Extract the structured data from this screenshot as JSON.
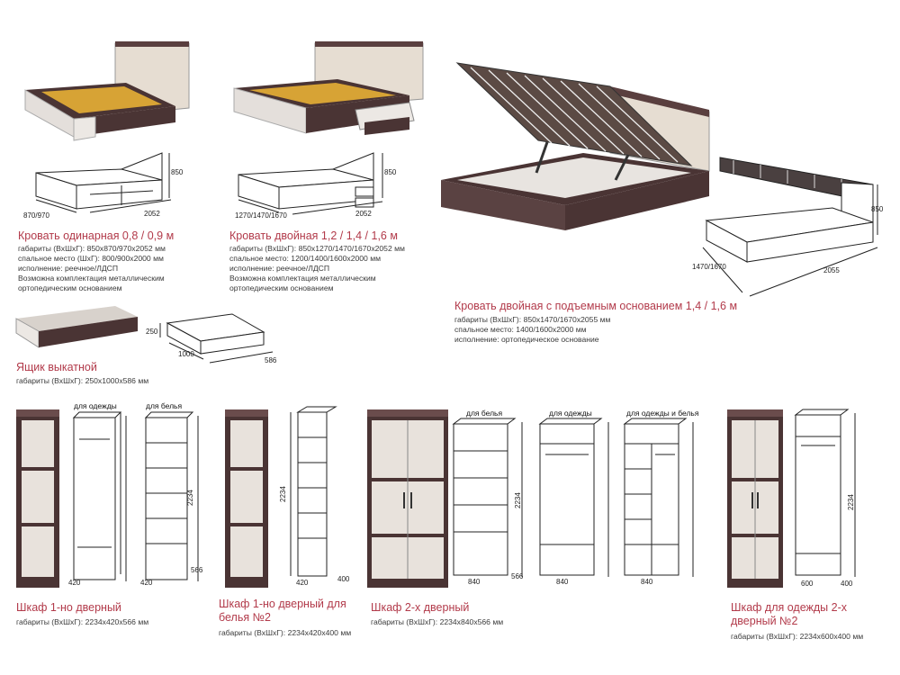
{
  "products": {
    "bed_single": {
      "title": "Кровать одинарная 0,8 / 0,9 м",
      "specs": [
        "габариты (ВхШхГ): 850х870/970х2052 мм",
        "спальное место (ШхГ): 800/900х2000 мм",
        "исполнение: реечное/ЛДСП",
        "Возможна комплектация металлическим",
        "ортопедическим основанием"
      ],
      "dims": {
        "height": "850",
        "length": "2052",
        "width": "870/970"
      }
    },
    "bed_double": {
      "title": "Кровать двойная 1,2 / 1,4 / 1,6 м",
      "specs": [
        "габариты (ВхШхГ): 850х1270/1470/1670х2052 мм",
        "спальное место: 1200/1400/1600х2000 мм",
        "исполнение: реечное/ЛДСП",
        "Возможна комплектация металлическим",
        "ортопедическим основанием"
      ],
      "dims": {
        "height": "850",
        "length": "2052",
        "width": "1270/1470/1670"
      }
    },
    "bed_lift": {
      "title": "Кровать двойная с подъемным основанием 1,4 / 1,6 м",
      "specs": [
        "габариты (ВхШхГ): 850х1470/1670х2055 мм",
        "спальное место: 1400/1600х2000 мм",
        "исполнение: ортопедическое основание"
      ],
      "dims": {
        "height": "850",
        "length": "2055",
        "width": "1470/1670"
      }
    },
    "drawer": {
      "title": "Ящик выкатной",
      "specs": [
        "габариты (ВхШхГ): 250х1000х586 мм"
      ],
      "dims": {
        "height": "250",
        "width": "1000",
        "depth": "586"
      }
    },
    "wardrobe_1door": {
      "title": "Шкаф 1-но дверный",
      "specs": [
        "габариты (ВхШхГ): 2234х420х566 мм"
      ],
      "captions": [
        "для одежды",
        "для белья"
      ],
      "dims": {
        "height": "2234",
        "width": "420",
        "depth": "566"
      }
    },
    "wardrobe_1door_linen": {
      "title_lines": [
        "Шкаф 1-но дверный для",
        "белья №2"
      ],
      "specs": [
        "габариты (ВхШхГ): 2234х420х400 мм"
      ],
      "dims": {
        "height": "2234",
        "width": "420",
        "depth": "400"
      }
    },
    "wardrobe_2door": {
      "title": "Шкаф 2-х дверный",
      "specs": [
        "габариты (ВхШхГ): 2234х840х566 мм"
      ],
      "captions": [
        "для белья",
        "для одежды",
        "для одежды и белья"
      ],
      "dims": {
        "height": "2234",
        "width": "840",
        "depth": "566"
      }
    },
    "wardrobe_2door_clothes": {
      "title_lines": [
        "Шкаф для одежды 2-х",
        "дверный №2"
      ],
      "specs": [
        "габариты (ВхШхГ): 2234х600х400 мм"
      ],
      "dims": {
        "height": "2234",
        "width": "600",
        "depth": "400"
      }
    }
  },
  "colors": {
    "title": "#b23a4a",
    "wenge": "#4a3434",
    "oak_light": "#e8e2dc",
    "slats": "#e0a836"
  }
}
